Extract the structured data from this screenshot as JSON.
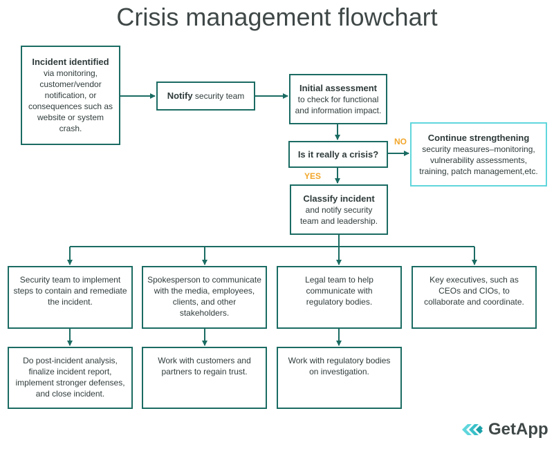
{
  "title": "Crisis management flowchart",
  "nodes": {
    "incident": {
      "bold": "Incident identified",
      "text": "via monitoring, customer/vendor notification, or consequences such as website or system crash."
    },
    "notify": {
      "bold": "Notify",
      "text": " security team"
    },
    "assessment": {
      "bold": "Initial assessment",
      "text": "to check for functional and information impact."
    },
    "crisis": {
      "bold": "Is it really a crisis?"
    },
    "continue": {
      "bold": "Continue strengthening",
      "text": "security measures–monitoring, vulnerability assessments, training, patch management,etc."
    },
    "classify": {
      "bold": "Classify incident",
      "text": "and notify security team and leadership."
    },
    "security_team": {
      "text": "Security team to implement steps to contain and remediate the incident."
    },
    "spokesperson": {
      "text": "Spokesperson to communicate with the media, employees, clients, and other stakeholders."
    },
    "legal": {
      "text": "Legal team to help communicate with regulatory bodies."
    },
    "executives": {
      "text": "Key executives, such as CEOs and CIOs, to collaborate and coordinate."
    },
    "post_incident": {
      "text": "Do post-incident analysis, finalize incident report, implement stronger defenses, and close incident."
    },
    "customers": {
      "text": "Work with customers and partners to regain trust."
    },
    "regulatory": {
      "text": "Work with regulatory bodies on investigation."
    }
  },
  "labels": {
    "no": "NO",
    "yes": "YES"
  },
  "logo": {
    "text": "GetApp"
  },
  "colors": {
    "box_border": "#1a6b62",
    "highlight_border": "#5fd6dc",
    "label": "#f2a62a",
    "connector": "#1a6b62"
  }
}
